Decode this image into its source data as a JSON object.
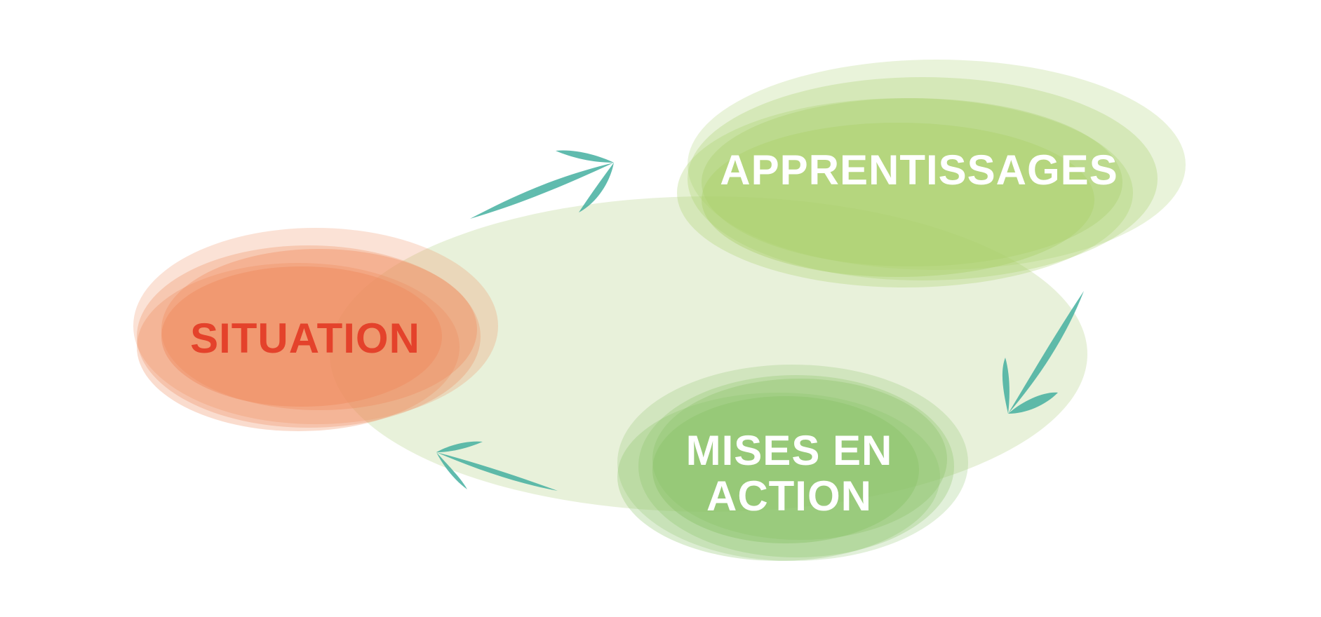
{
  "diagram": {
    "nodes": {
      "situation": {
        "label": "SITUATION",
        "fill": "#f08a5d",
        "text_color": "#e4422b"
      },
      "apprentissages": {
        "label": "APPRENTISSAGES",
        "fill": "#a9cf6a",
        "text_color": "#ffffff"
      },
      "mises_en_action": {
        "label_line1": "MISES EN",
        "label_line2": "ACTION",
        "fill": "#8cc46a",
        "text_color": "#ffffff"
      }
    },
    "center_fill": "#e6f0d6",
    "arrow_color": "#45b0a0",
    "flow": [
      "situation",
      "apprentissages",
      "mises_en_action",
      "situation"
    ]
  }
}
